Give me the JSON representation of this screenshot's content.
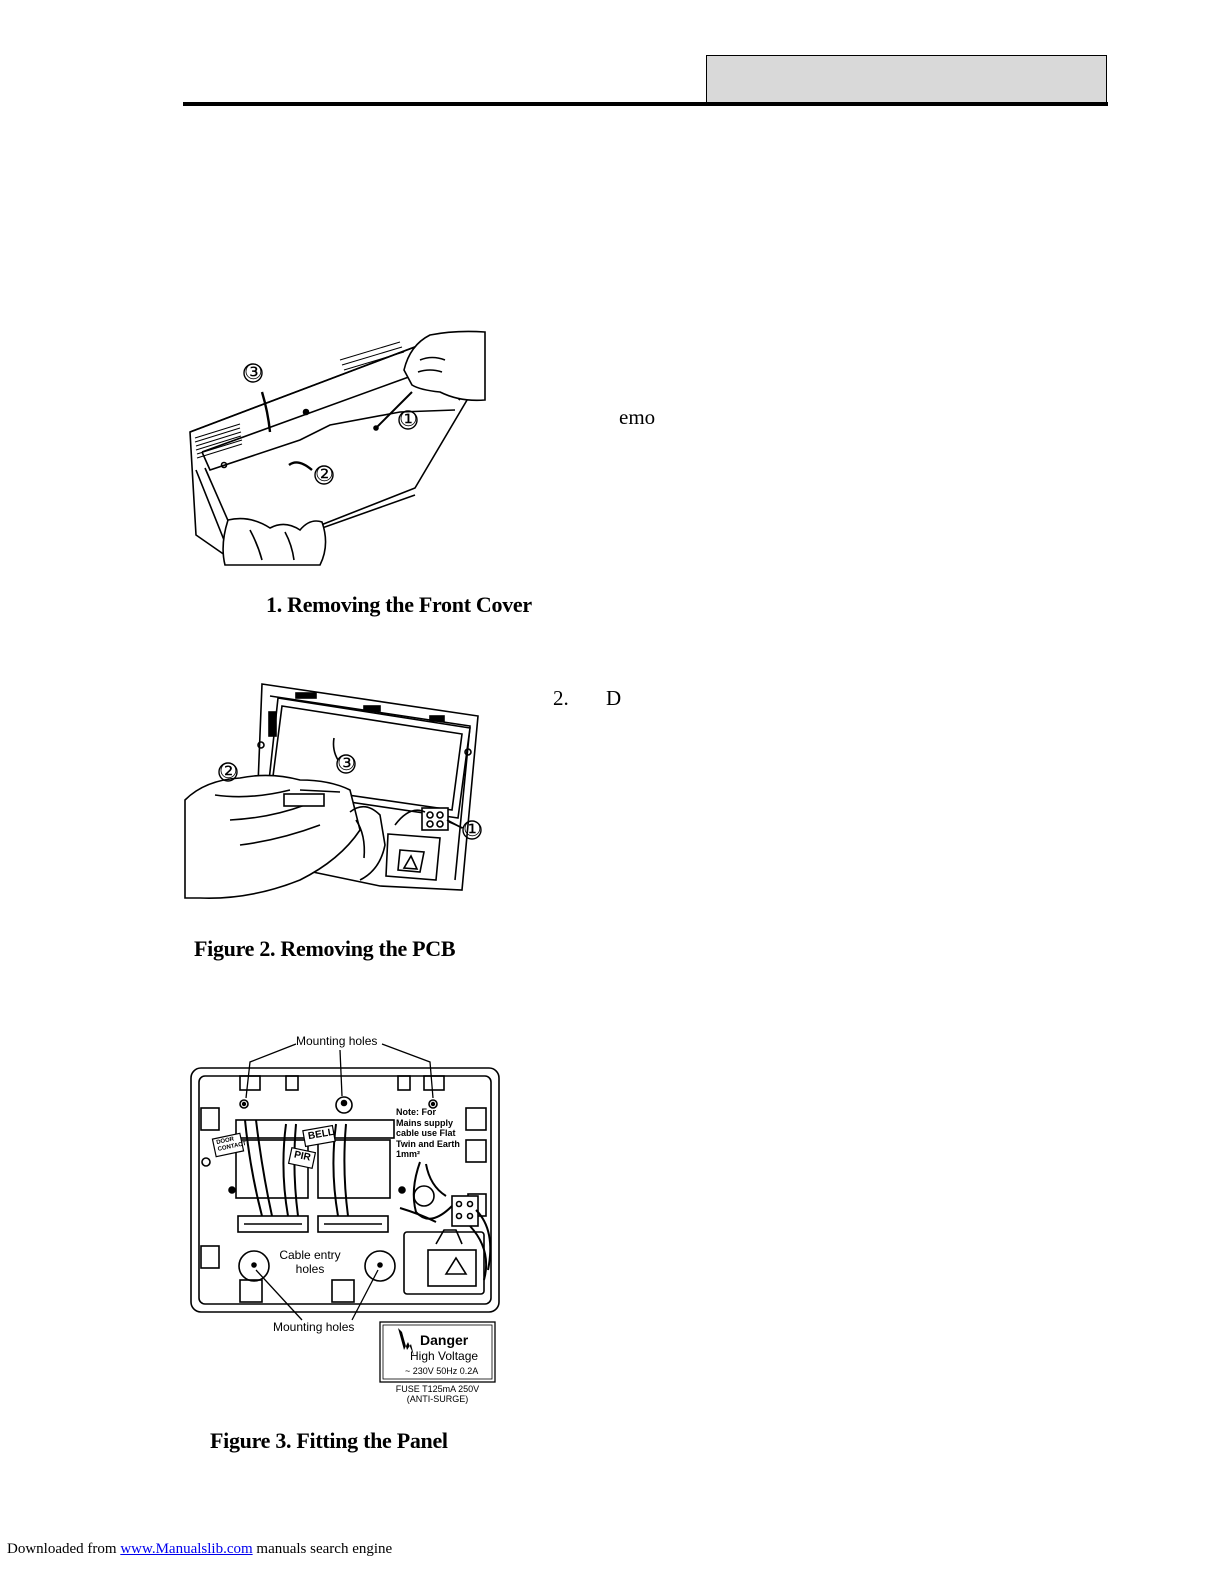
{
  "header": {
    "box_fill": "#d9d9d9"
  },
  "figure1": {
    "caption": "1. Removing the Front Cover",
    "callouts": [
      "③",
      "①",
      "②"
    ]
  },
  "right_text_1": "emo",
  "figure2": {
    "caption": "Figure 2. Removing the PCB",
    "callouts": [
      "②",
      "③",
      "①"
    ]
  },
  "step_2": {
    "number": "2.",
    "text": "D"
  },
  "figure3": {
    "caption": "Figure 3. Fitting the Panel",
    "mounting_holes_top": "Mounting holes",
    "mounting_holes_bottom": "Mounting holes",
    "note_lines": [
      "Note: For",
      "Mains supply",
      "cable use Flat",
      "Twin and Earth",
      "1mm²"
    ],
    "cable_entry_line1": "Cable entry",
    "cable_entry_line2": "holes",
    "tag_door_line1": "DOOR",
    "tag_door_line2": "CONTACT",
    "tag_bell": "BELL",
    "tag_pir": "PIR",
    "danger_title": "Danger",
    "danger_sub": "High Voltage",
    "danger_rating": "~ 230V 50Hz 0.2A",
    "fuse_line1": "FUSE T125mA 250V",
    "fuse_line2": "(ANTI-SURGE)"
  },
  "footer": {
    "prefix": "Downloaded from",
    "link": "www.Manualslib.com",
    "suffix": "manuals search engine"
  }
}
